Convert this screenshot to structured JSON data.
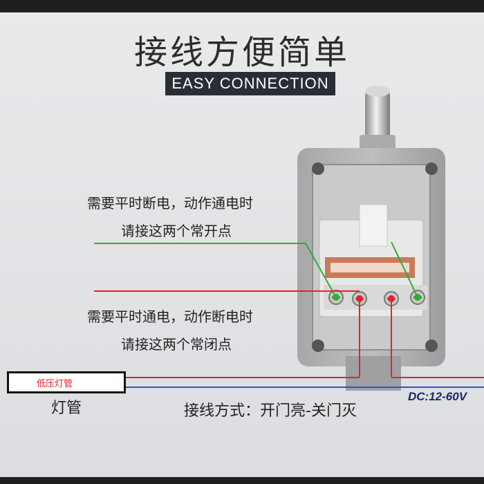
{
  "title": "接线方便简单",
  "subtitle": "EASY CONNECTION",
  "normally_open": {
    "line1": "需要平时断电，动作通电时",
    "line2": "请接这两个常开点"
  },
  "normally_closed": {
    "line1": "需要平时通电，动作断电时",
    "line2": "请接这两个常闭点"
  },
  "lamp": {
    "box_label": "低压灯管",
    "name": "灯管"
  },
  "wiring_method": "接线方式：开门亮-关门灭",
  "voltage": "DC:12-60V",
  "colors": {
    "open_wire": "#2fae2f",
    "closed_wire": "#e0242c",
    "neutral_wire": "#3a4bc8",
    "header_bar": "#1f1f22",
    "subtitle_bg": "#2b2d35"
  }
}
